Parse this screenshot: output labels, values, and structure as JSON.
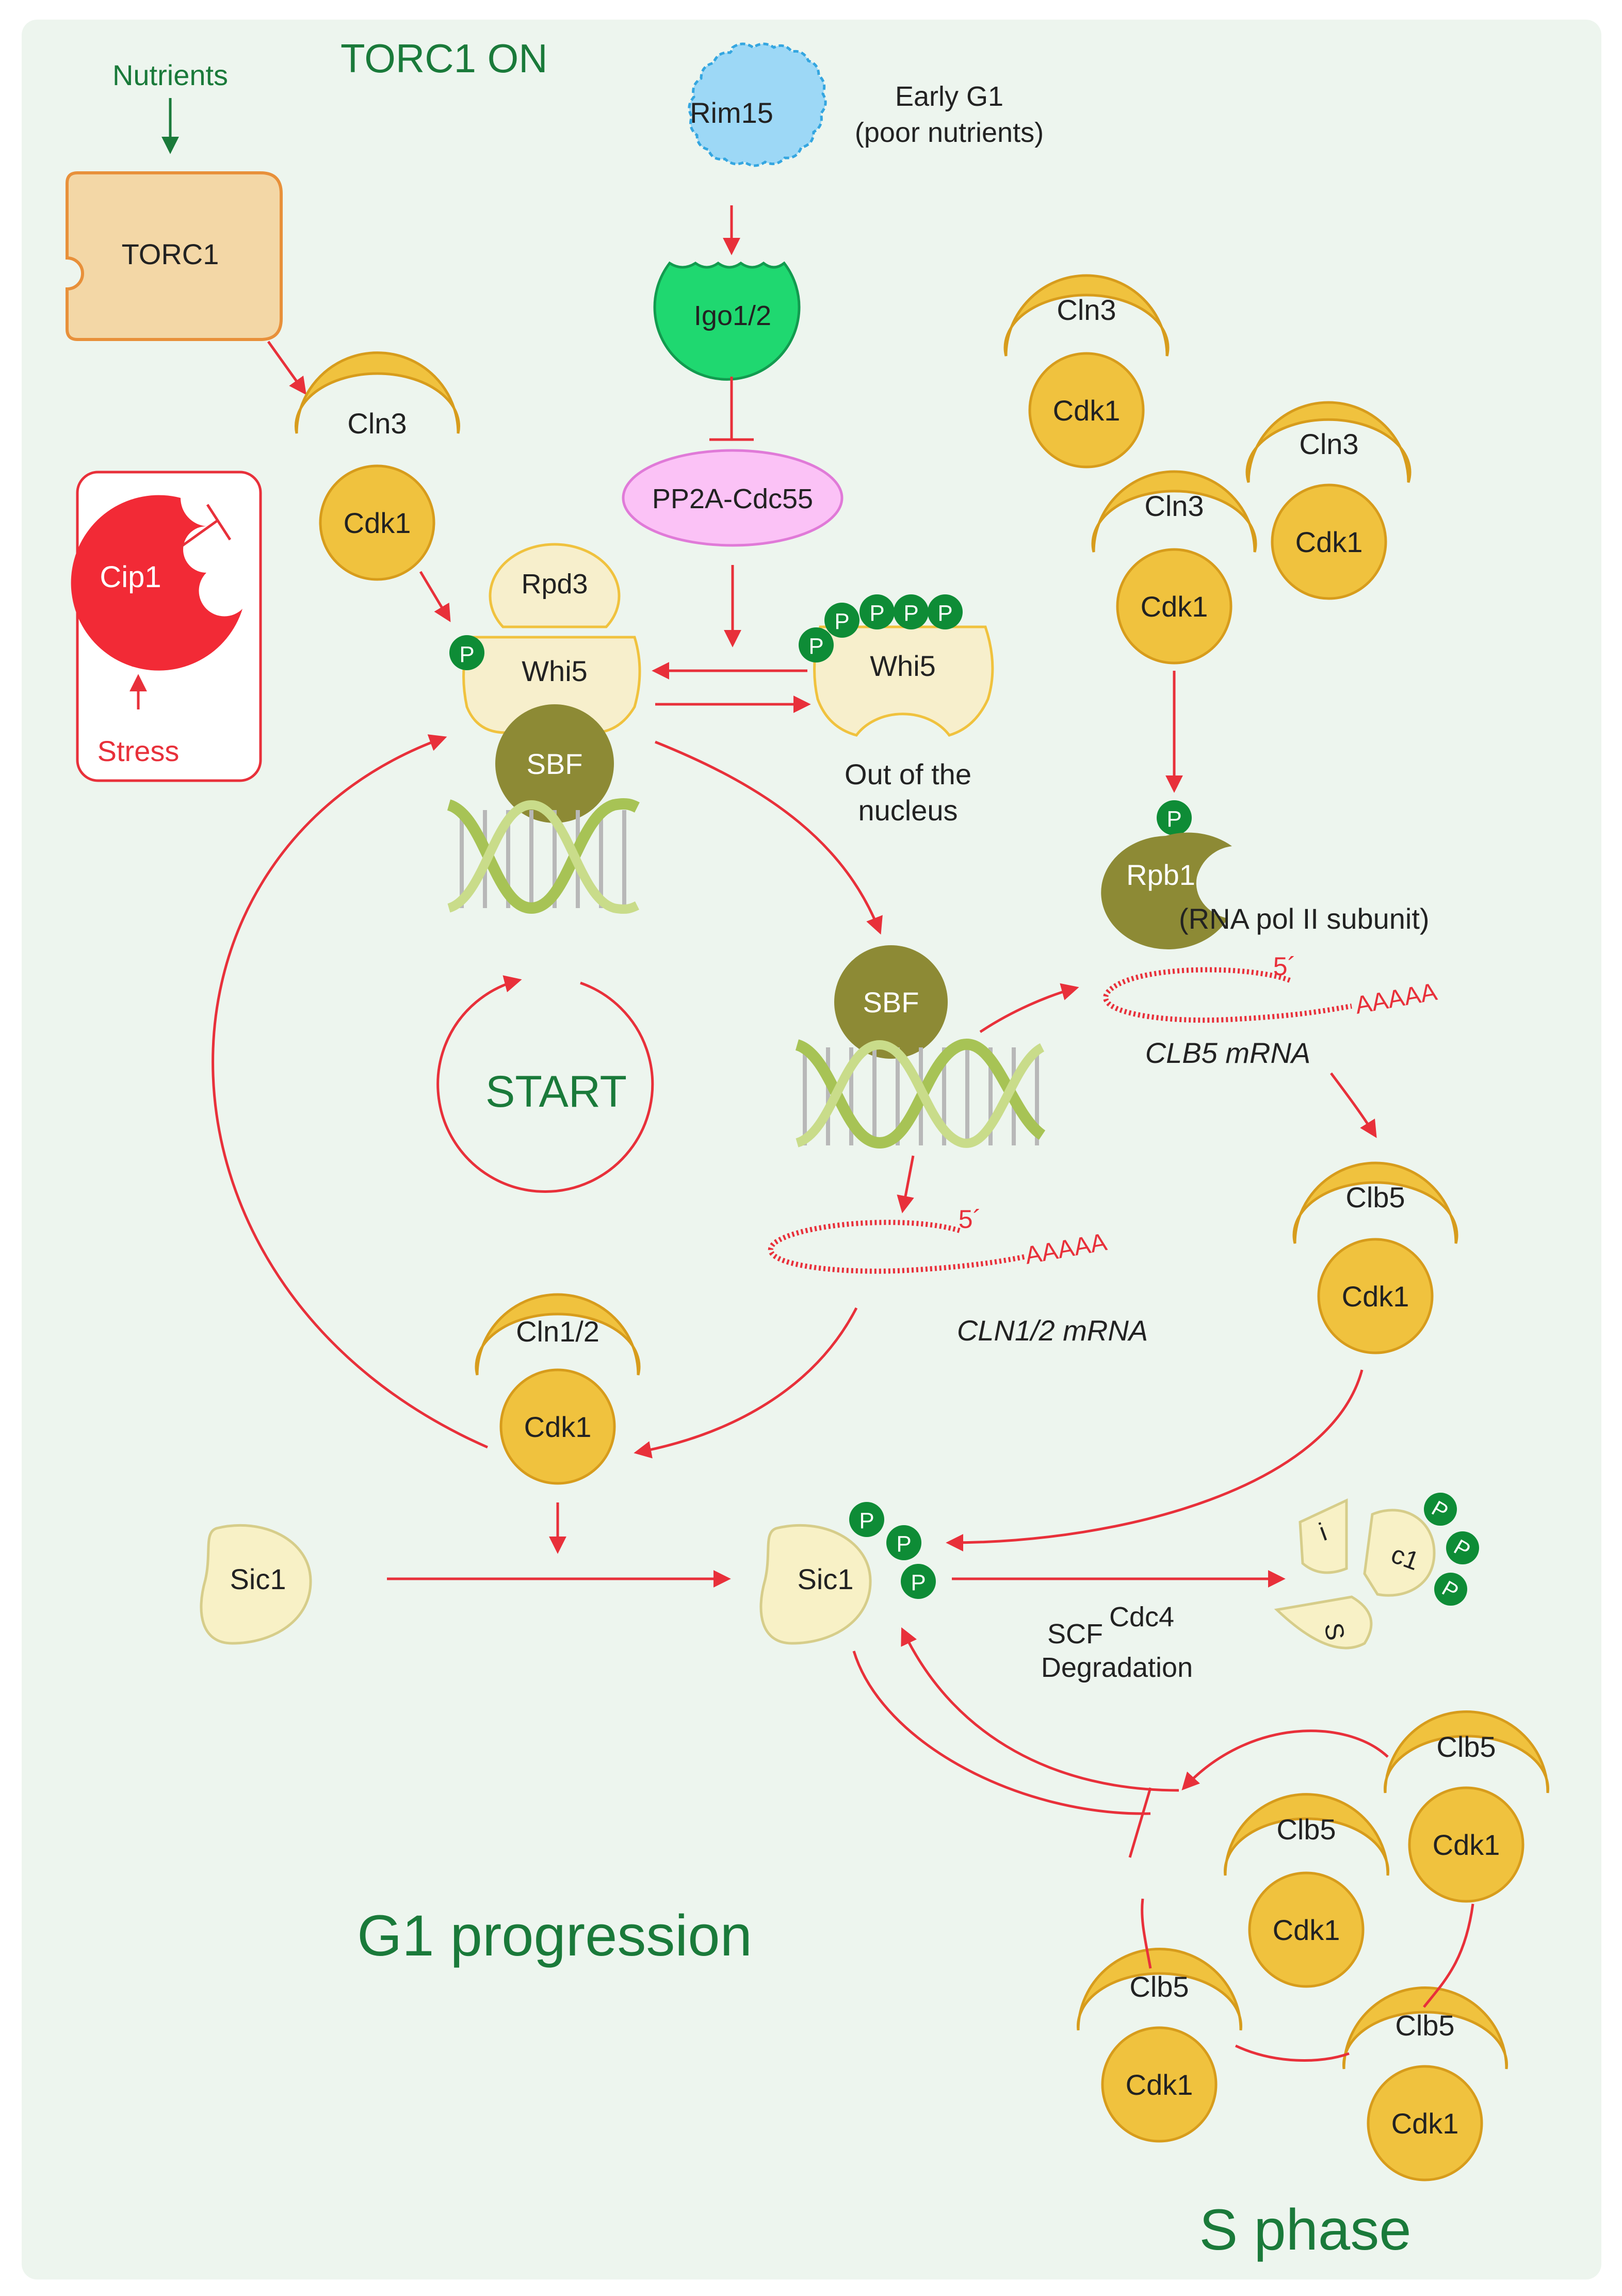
{
  "colors": {
    "background": "#edf5ee",
    "arrow": "#e8303a",
    "green_text": "#1a7a3a",
    "torc1_fill": "#f3d7a6",
    "torc1_stroke": "#e8903a",
    "cyclin_fill": "#f0c23e",
    "cyclin_stroke": "#d79c1c",
    "whi5_fill": "#f7efcc",
    "whi5_stroke": "#f0c23e",
    "sbf_fill": "#8d8a35",
    "phospho_fill": "#0e8c36",
    "rim15_fill": "#9dd8f6",
    "rim15_stroke": "#34a6e0",
    "igo_fill": "#1fd870",
    "pp2a_fill": "#fbc2f6",
    "pp2a_stroke": "#e07ad8",
    "cip1_fill": "#f22a36",
    "sic1_fill": "#f8f1c6",
    "sic1_stroke": "#d6cd8a",
    "dna_green": "#a7c355",
    "dna_grey": "#b8b8b8"
  },
  "labels": {
    "nutrients": "Nutrients",
    "torc1_on": "TORC1 ON",
    "torc1": "TORC1",
    "rim15": "Rim15",
    "early_g1_line1": "Early G1",
    "early_g1_line2": "(poor nutrients)",
    "igo": "Igo1/2",
    "pp2a": "PP2A-Cdc55",
    "cln3": "Cln3",
    "cdk1": "Cdk1",
    "cip1": "Cip1",
    "stress": "Stress",
    "rpd3": "Rpd3",
    "whi5": "Whi5",
    "sbf": "SBF",
    "p": "P",
    "out_of_line1": "Out of the",
    "out_of_line2": "nucleus",
    "rpb1": "Rpb1",
    "rpb1_note": "(RNA pol II subunit)",
    "start": "START",
    "five_prime": "5´",
    "polya": "AAAAA",
    "clb5_mrna": "CLB5 mRNA",
    "cln12_mrna": "CLN1/2 mRNA",
    "cln12": "Cln1/2",
    "clb5": "Clb5",
    "sic1": "Sic1",
    "frag_i": "i",
    "frag_c1": "c1",
    "frag_s": "S",
    "scf": "SCF",
    "cdc4": "Cdc4",
    "degradation": "Degradation",
    "g1_progression": "G1 progression",
    "s_phase": "S phase"
  }
}
